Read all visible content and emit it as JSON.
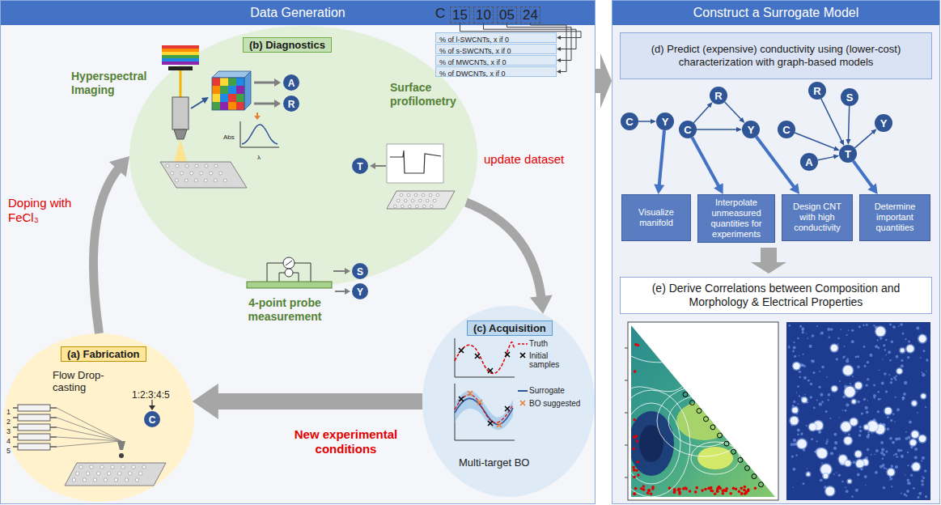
{
  "diagram": {
    "nodes": [
      {
        "text": [
          "Data Generation"
        ]
      },
      {
        "text": [
          "(b) Diagnostics"
        ],
        "in": 0
      },
      {
        "text": [
          "A"
        ],
        "in": 1
      },
      {
        "text": [
          "R"
        ],
        "in": 1
      },
      {
        "text": [
          "T"
        ],
        "in": 1
      },
      {
        "text": [
          "15"
        ],
        "in": 0
      },
      {
        "text": [
          "10"
        ],
        "in": 0
      },
      {
        "text": [
          "05"
        ],
        "in": 0
      },
      {
        "text": [
          "24"
        ],
        "in": 0
      },
      {
        "text": [
          "% of l-SWCNTs, x if 0"
        ],
        "in": 0
      },
      {
        "text": [
          "% of s-SWCNTs, x if 0"
        ],
        "in": 0
      },
      {
        "text": [
          "% of MWCNTs, x if 0"
        ],
        "in": 0
      },
      {
        "text": [
          "% of DWCNTs, x if 0"
        ],
        "in": 0
      },
      {
        "text": [
          "S"
        ],
        "in": 0
      },
      {
        "text": [
          "Y"
        ],
        "in": 0
      },
      {
        "text": [
          "(a) Fabrication",
          "Flow Drop-casting"
        ],
        "in": 0
      },
      {
        "text": [
          "C"
        ],
        "in": 15
      },
      {
        "text": [
          "(c) Acquisition",
          "Multi-target BO"
        ],
        "in": 0
      },
      {
        "text": [
          "Construct a Surrogate Model"
        ]
      },
      {
        "text": [
          "(d) Predict (expensive) conductivity using (lower-cost) characterization with graph-based models"
        ],
        "in": 18
      },
      {
        "text": [
          "C"
        ],
        "in": 18
      },
      {
        "text": [
          "Y"
        ],
        "in": 18
      },
      {
        "text": [
          "C"
        ],
        "in": 18
      },
      {
        "text": [
          "R"
        ],
        "in": 18
      },
      {
        "text": [
          "Y"
        ],
        "in": 18
      },
      {
        "text": [
          "R"
        ],
        "in": 18
      },
      {
        "text": [
          "S"
        ],
        "in": 18
      },
      {
        "text": [
          "Y"
        ],
        "in": 18
      },
      {
        "text": [
          "C"
        ],
        "in": 18
      },
      {
        "text": [
          "A"
        ],
        "in": 18
      },
      {
        "text": [
          "T"
        ],
        "in": 18
      },
      {
        "text": [
          "Visualize manifold"
        ],
        "in": 18
      },
      {
        "text": [
          "Interpolate unmeasured quantities for experiments"
        ],
        "in": 18
      },
      {
        "text": [
          "Design CNT with high conductivity"
        ],
        "in": 18
      },
      {
        "text": [
          "Determine important quantities"
        ],
        "in": 18
      },
      {
        "text": [
          "(e) Derive Correlations between Composition and Morphology & Electrical Properties"
        ],
        "in": 18
      }
    ],
    "edges": [
      {
        "from": 5,
        "to": 9,
        "arrow": "to"
      },
      {
        "from": 6,
        "to": 10,
        "arrow": "to"
      },
      {
        "from": 7,
        "to": 11,
        "arrow": "to"
      },
      {
        "from": 8,
        "to": 12,
        "arrow": "to"
      },
      {
        "from": 15,
        "to": 1,
        "label": "Doping with FeCl₃",
        "arrow": "to"
      },
      {
        "from": 1,
        "to": 17,
        "label": "update dataset",
        "arrow": "to"
      },
      {
        "from": 17,
        "to": 15,
        "label": "New experimental conditions",
        "arrow": "to"
      },
      {
        "from": 0,
        "to": 18,
        "arrow": "to"
      },
      {
        "from": 20,
        "to": 21,
        "arrow": "to"
      },
      {
        "from": 22,
        "to": 23,
        "arrow": "to"
      },
      {
        "from": 23,
        "to": 24,
        "arrow": "to"
      },
      {
        "from": 22,
        "to": 24,
        "arrow": "to"
      },
      {
        "from": 25,
        "to": 30,
        "arrow": "to"
      },
      {
        "from": 26,
        "to": 30,
        "arrow": "to"
      },
      {
        "from": 28,
        "to": 30,
        "arrow": "to"
      },
      {
        "from": 29,
        "to": 30,
        "arrow": "to"
      },
      {
        "from": 30,
        "to": 27,
        "arrow": "to"
      },
      {
        "from": 21,
        "to": 31,
        "arrow": "to"
      },
      {
        "from": 22,
        "to": 32,
        "arrow": "to"
      },
      {
        "from": 24,
        "to": 33,
        "arrow": "to"
      },
      {
        "from": 30,
        "to": 34,
        "arrow": "to"
      }
    ],
    "labels": [
      "Hyperspectral Imaging",
      "Surface profilometry",
      "4-point probe measurement",
      "C",
      "Abs",
      "λ",
      "1",
      "2",
      "3",
      "4",
      "5",
      "1:2:3:4:5"
    ],
    "legend": [
      {
        "text": "Truth"
      },
      {
        "text": "Initial samples"
      },
      {
        "text": "Surrogate"
      },
      {
        "text": "BO suggested"
      }
    ]
  }
}
